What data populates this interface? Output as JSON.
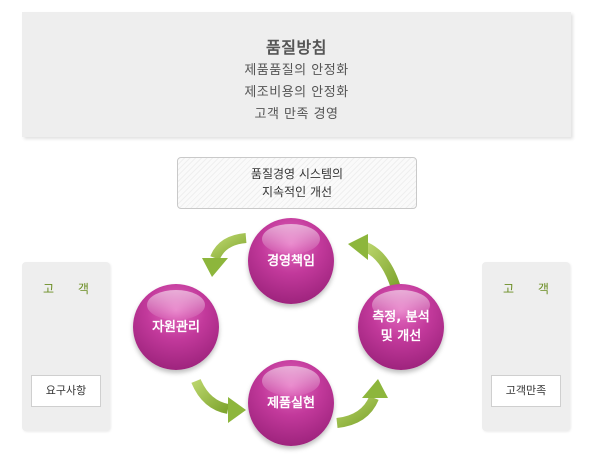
{
  "policy": {
    "title": "품질방침",
    "lines": [
      "제품품질의 안정화",
      "제조비용의 안정화",
      "고객 만족 경영"
    ]
  },
  "improvement": {
    "line1": "품질경영 시스템의",
    "line2": "지속적인 개선"
  },
  "cycle": {
    "top": "경영책임",
    "left": "자원관리",
    "right_line1": "측정, 분석",
    "right_line2": "및 개선",
    "bottom": "제품실현"
  },
  "customer_left": {
    "label": "고 객",
    "tag": "요구사항"
  },
  "customer_right": {
    "label": "고 객",
    "tag": "고객만족"
  },
  "colors": {
    "circle": "#c2399b",
    "arrow": "#8db63c",
    "customer_label": "#6b8e23"
  }
}
